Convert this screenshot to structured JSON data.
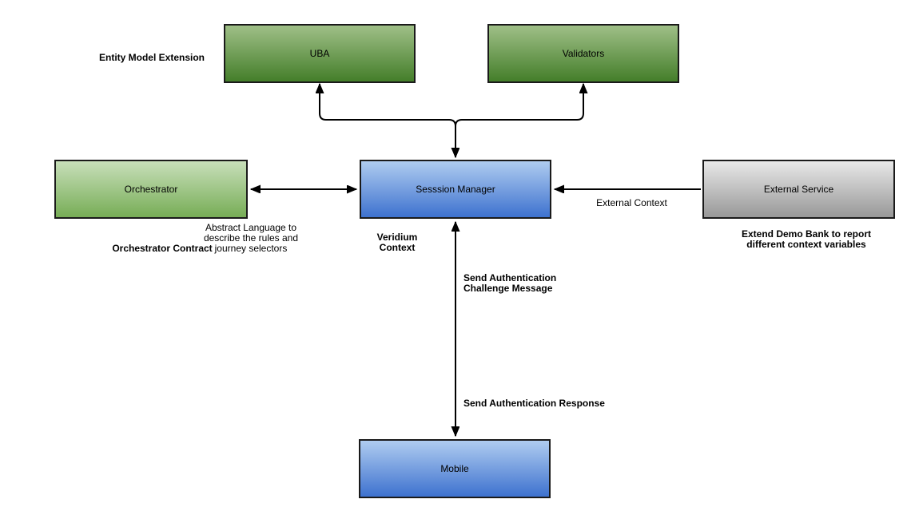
{
  "diagram": {
    "nodes": {
      "uba": {
        "label": "UBA"
      },
      "validators": {
        "label": "Validators"
      },
      "orchestrator": {
        "label": "Orchestrator"
      },
      "session_manager": {
        "label": "Sesssion Manager"
      },
      "external_service": {
        "label": "External Service"
      },
      "mobile": {
        "label": "Mobile"
      }
    },
    "labels": {
      "entity_model_extension": "Entity Model Extension",
      "orchestrator_contract": "Orchestrator Contract",
      "abstract_language": "Abstract Language to\ndescribe the rules and\njourney selectors",
      "veridium_context": "Veridium\nContext",
      "external_context": "External Context",
      "extend_demo_bank": "Extend Demo Bank to report\ndifferent context variables",
      "send_auth_challenge": "Send Authentication\nChallenge Message",
      "send_auth_response": "Send Authentication Response"
    },
    "colors": {
      "node_green_top": "#9fbf87",
      "node_green_bottom": "#447e2a",
      "node_green_light_top": "#c8dfba",
      "node_green_light_bottom": "#77ad56",
      "node_blue_top": "#afccf0",
      "node_blue_bottom": "#3e72cf",
      "node_gray_top": "#e8e8e8",
      "node_gray_bottom": "#989898",
      "node_border": "#1a1a1a",
      "connector": "#000000",
      "background": "#ffffff",
      "text": "#000000"
    }
  }
}
